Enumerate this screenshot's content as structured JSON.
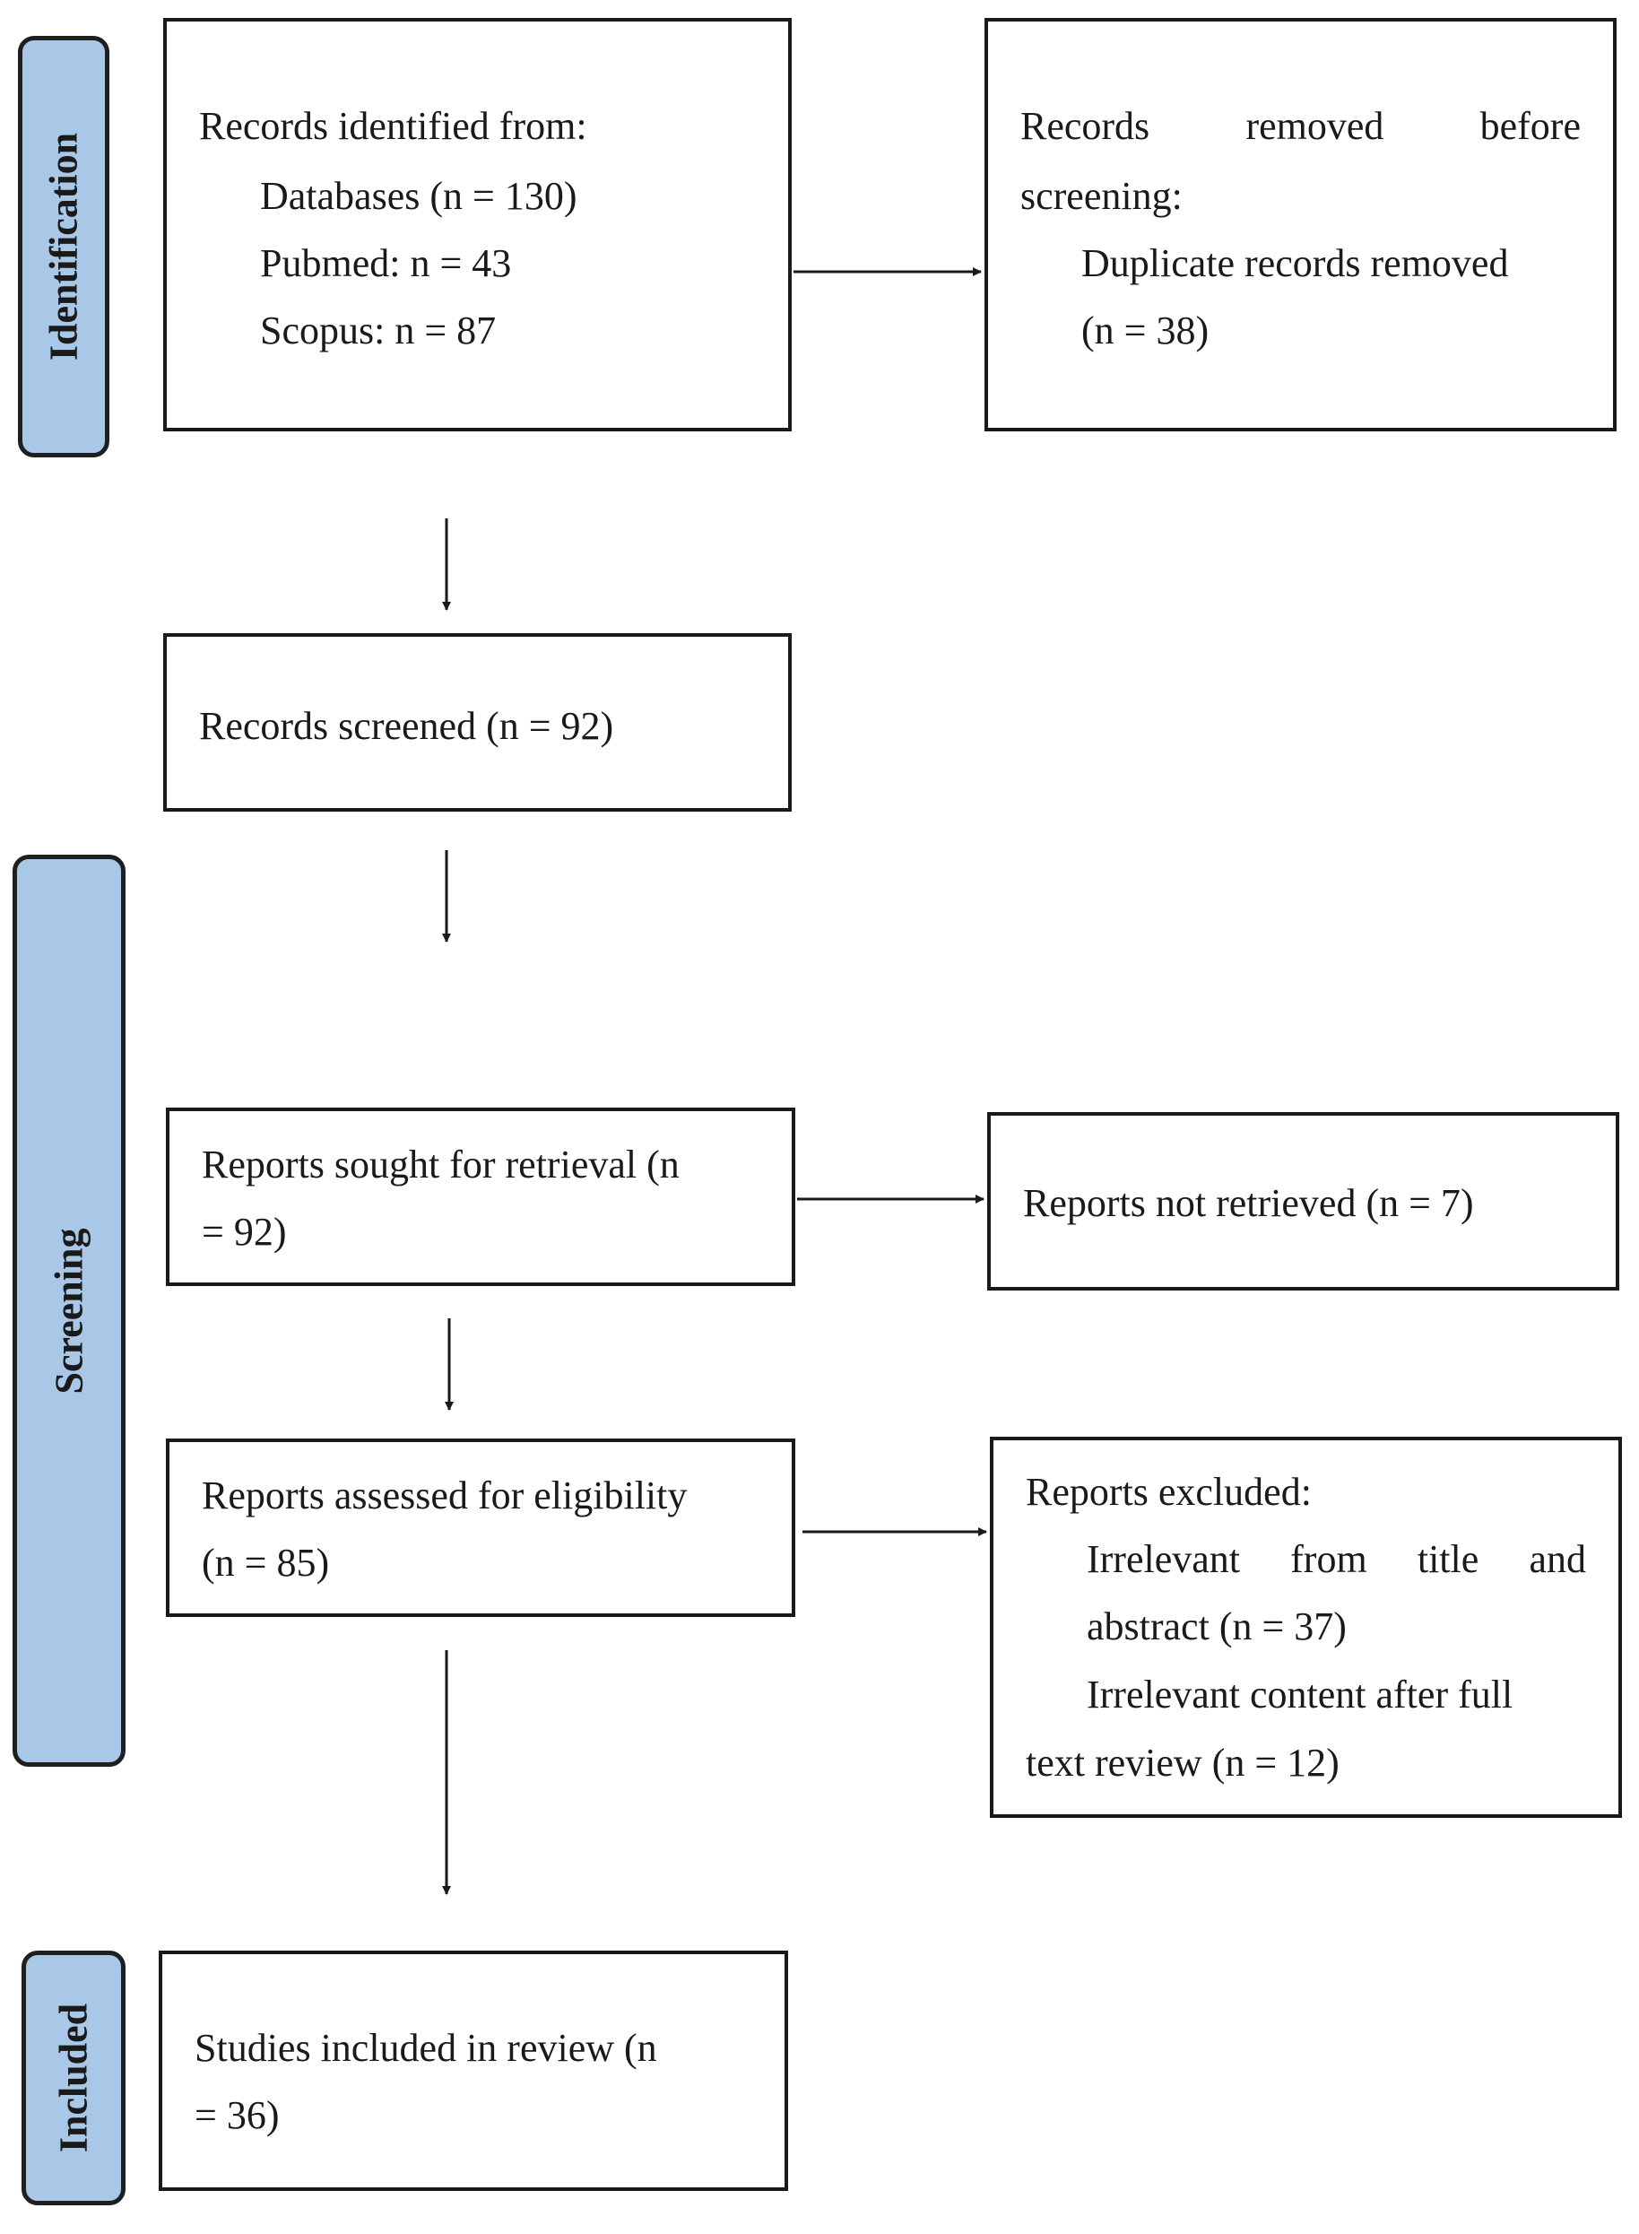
{
  "stages": {
    "identification": "Identification",
    "screening": "Screening",
    "included": "Included"
  },
  "records_identified": {
    "heading": "Records identified from:",
    "databases": "Databases (n = 130)",
    "pubmed": "Pubmed: n = 43",
    "scopus": "Scopus: n = 87"
  },
  "records_removed": {
    "heading_words": [
      "Records",
      "removed",
      "before"
    ],
    "heading_cont": "screening:",
    "duplicates": "Duplicate records removed",
    "duplicates_n": "(n = 38)"
  },
  "records_screened": "Records screened (n = 92)",
  "reports_sought": {
    "line1": "Reports sought for retrieval (n",
    "line2": "= 92)"
  },
  "reports_not_retrieved": "Reports not retrieved (n = 7)",
  "reports_assessed": {
    "line1": "Reports assessed for eligibility",
    "line2": "(n = 85)"
  },
  "reports_excluded": {
    "heading": "Reports excluded:",
    "reason1_words": [
      "Irrelevant",
      "from",
      "title",
      "and"
    ],
    "reason1_cont": "abstract (n = 37)",
    "reason2_line1": "Irrelevant content after full",
    "reason2_line2": "text review (n = 12)"
  },
  "studies_included": {
    "line1": "Studies included in review (n",
    "line2": "= 36)"
  }
}
